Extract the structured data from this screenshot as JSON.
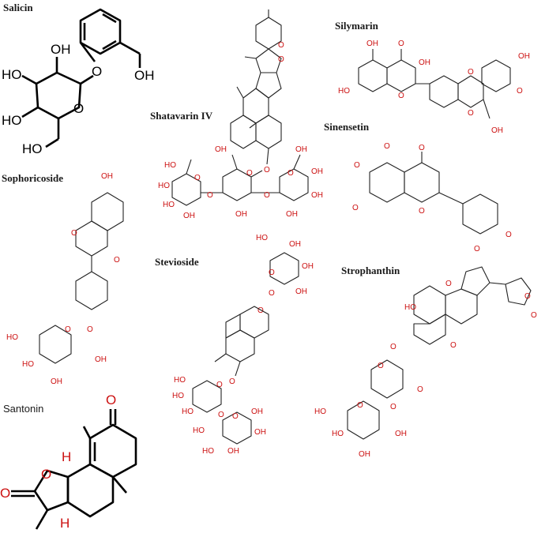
{
  "figure": {
    "compounds": [
      {
        "key": "salicin",
        "name": "Salicin"
      },
      {
        "key": "shatavarin",
        "name": "Shatavarin IV"
      },
      {
        "key": "silymarin",
        "name": "Silymarin"
      },
      {
        "key": "sinensetin",
        "name": "Sinensetin"
      },
      {
        "key": "sophoricoside",
        "name": "Sophoricoside"
      },
      {
        "key": "stevioside",
        "name": "Stevioside"
      },
      {
        "key": "strophanthin",
        "name": "Strophanthin"
      },
      {
        "key": "santonin",
        "name": "Santonin"
      }
    ],
    "salicin_atoms": {
      "oh_top": "OH",
      "o_link": "O",
      "oh_ch2": "OH",
      "ho_left_top": "HO",
      "ho_left_bot": "HO",
      "o_ring": "O",
      "ho_bottom": "HO"
    },
    "santonin_atoms": {
      "o_top": "O",
      "o_ring": "O",
      "o_carbonyl": "O",
      "h_top": "H",
      "h_bot": "H"
    },
    "small_atoms": {
      "oh": "OH",
      "ho": "HO",
      "o": "O",
      "h": "H"
    }
  }
}
